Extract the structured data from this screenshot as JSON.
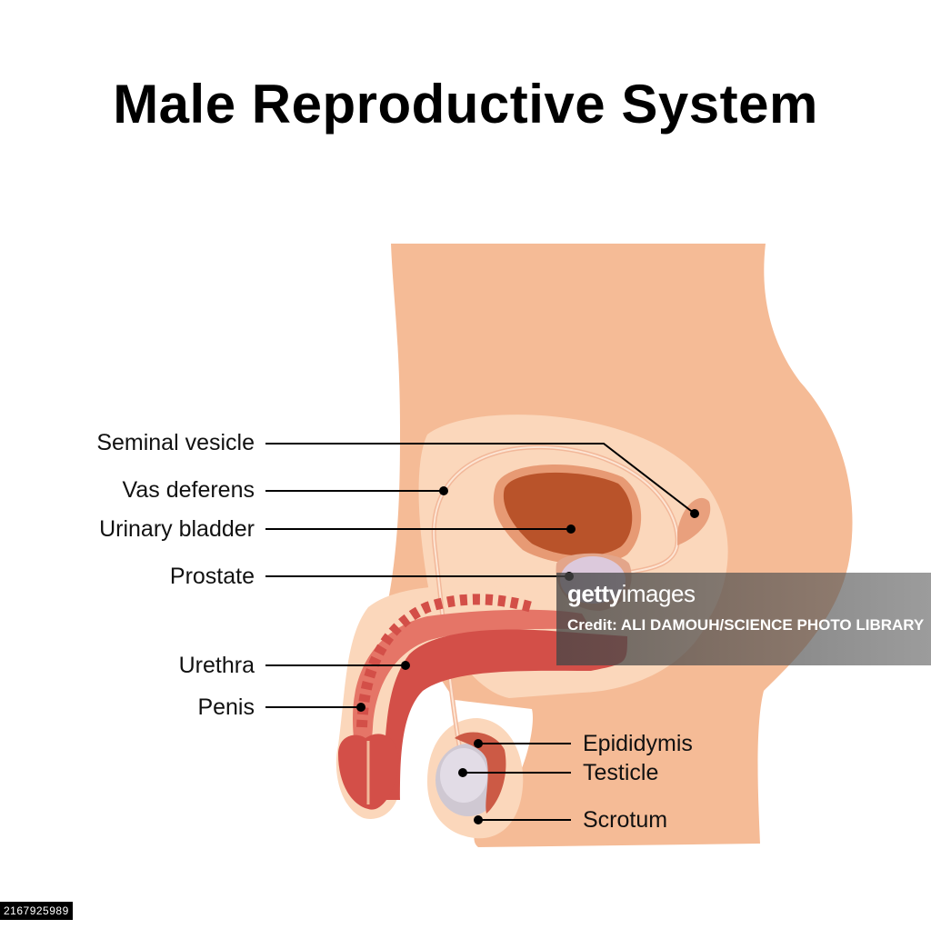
{
  "title": "Male Reproductive System",
  "labels": {
    "seminal_vesicle": "Seminal vesicle",
    "vas_deferens": "Vas deferens",
    "urinary_bladder": "Urinary bladder",
    "prostate": "Prostate",
    "urethra": "Urethra",
    "penis": "Penis",
    "epididymis": "Epididymis",
    "testicle": "Testicle",
    "scrotum": "Scrotum"
  },
  "watermark": {
    "logo_bold": "getty",
    "logo_light": "images",
    "credit": "Credit: ALI DAMOUH/SCIENCE PHOTO LIBRARY"
  },
  "image_id": "2167925989",
  "colors": {
    "skin": "#f5bb96",
    "pelvis_region": "#fbd7bb",
    "bladder": "#b9532a",
    "bladder_wall": "#e79a74",
    "prostate": "#dcc9dc",
    "urethra": "#d34f48",
    "corpus": "#e57567",
    "testicle": "#cfc8d2",
    "epididymis": "#cc5a45",
    "leader_line": "#000000"
  }
}
